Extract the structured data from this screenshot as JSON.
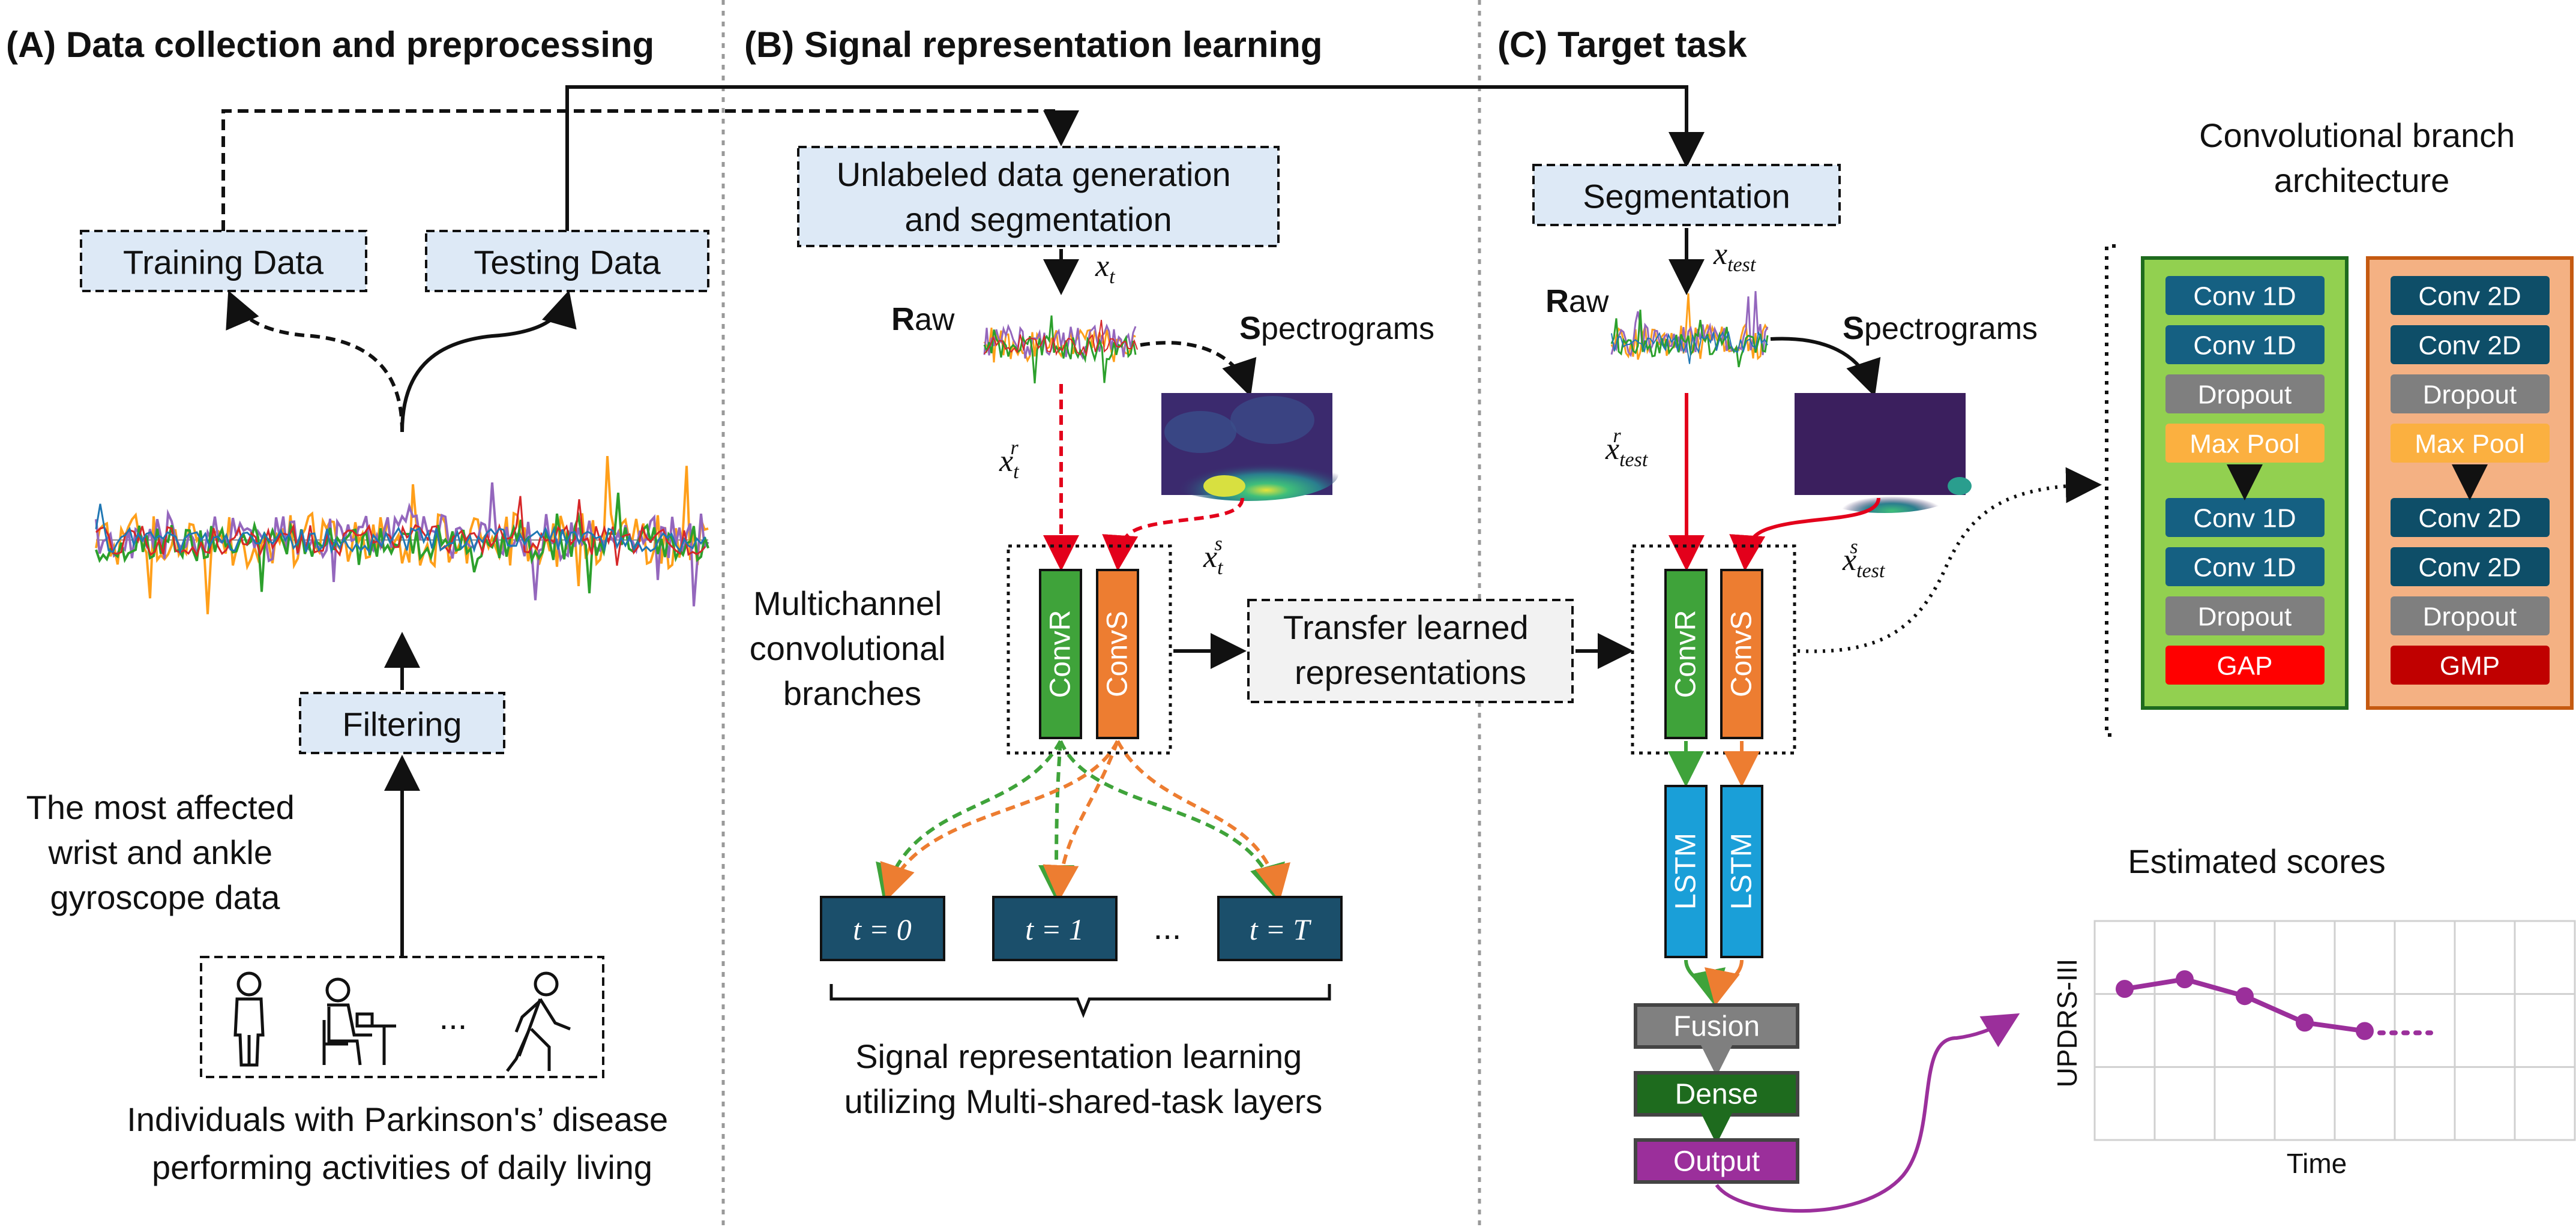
{
  "sections": {
    "a": "(A) Data collection and preprocessing",
    "b": "(B) Signal representation learning",
    "c": "(C) Target task"
  },
  "panel_a": {
    "training_data": "Training Data",
    "testing_data": "Testing Data",
    "filtering": "Filtering",
    "gyro_caption": [
      "The most affected",
      "wrist and ankle",
      "gyroscope data"
    ],
    "ellipsis": "...",
    "individuals_caption": [
      "Individuals with Parkinson's’ disease",
      "performing activities of daily living"
    ]
  },
  "panel_b": {
    "unlabeled_box": [
      "Unlabeled data generation",
      "and segmentation"
    ],
    "x_t": "x",
    "x_t_sub": "t",
    "raw_initial": "R",
    "raw_rest": "aw",
    "spec_initial": "S",
    "spec_rest": "pectrograms",
    "xr_main": "x",
    "xr_sub": "t",
    "xr_sup": "r",
    "xs_main": "x",
    "xs_sub": "t",
    "xs_sup": "s",
    "multichannel": [
      "Multichannel",
      "convolutional",
      "branches"
    ],
    "convr": "ConvR",
    "convs": "ConvS",
    "transfer": [
      "Transfer learned",
      "representations"
    ],
    "t0": "t = 0",
    "t1": "t = 1",
    "tdots": "...",
    "tT": "t = T",
    "caption": [
      "Signal representation learning",
      "utilizing Multi-shared-task layers"
    ]
  },
  "panel_c": {
    "segmentation": "Segmentation",
    "x_test_main": "x",
    "x_test_sub": "test",
    "raw_initial": "R",
    "raw_rest": "aw",
    "spec_initial": "S",
    "spec_rest": "pectrograms",
    "xr_sup": "r",
    "xs_sup": "s",
    "convr": "ConvR",
    "convs": "ConvS",
    "lstm": "LSTM",
    "fusion": "Fusion",
    "dense": "Dense",
    "output": "Output"
  },
  "architecture": {
    "title": [
      "Convolutional branch",
      "architecture"
    ],
    "branch_1d": [
      "Conv 1D",
      "Conv 1D",
      "Dropout",
      "Max Pool",
      "Conv 1D",
      "Conv 1D",
      "Dropout",
      "GAP"
    ],
    "branch_2d": [
      "Conv 2D",
      "Conv 2D",
      "Dropout",
      "Max Pool",
      "Conv 2D",
      "Conv 2D",
      "Dropout",
      "GMP"
    ]
  },
  "estimated": {
    "title": "Estimated scores",
    "ylabel": "UPDRS-III",
    "xlabel": "Time",
    "points": [
      0.8,
      0.88,
      0.74,
      0.52,
      0.45
    ]
  },
  "colors": {
    "box_blue": "#dde9f6",
    "teal": "#156082",
    "navy": "#0e4e68",
    "green": "#3fa33a",
    "orange": "#ed7d31",
    "lstm_blue": "#1a9fd8",
    "purple": "#9b2f9b",
    "dark_green": "#1e6b1e",
    "red": "#e3001b",
    "grey": "#7f7f7f",
    "yellow": "#fbb040"
  }
}
